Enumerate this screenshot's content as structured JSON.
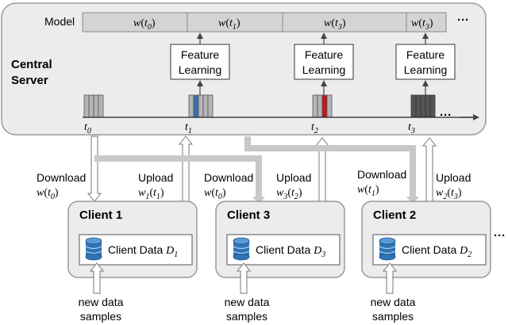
{
  "server": {
    "title_line1": "Central",
    "title_line2": "Server",
    "model_label": "Model",
    "model_segments": [
      {
        "fn": "w",
        "arg": "t",
        "sub": "0"
      },
      {
        "fn": "w",
        "arg": "t",
        "sub": "1"
      },
      {
        "fn": "w",
        "arg": "t",
        "sub": "3"
      },
      {
        "fn": "w",
        "arg": "t",
        "sub": "3"
      }
    ],
    "ellipsis": "···",
    "feature_boxes": [
      {
        "line1": "Feature",
        "line2": "Learning"
      },
      {
        "line1": "Feature",
        "line2": "Learning"
      },
      {
        "line1": "Feature",
        "line2": "Learning"
      }
    ],
    "timeline_ticks": [
      {
        "arg": "t",
        "sub": "0"
      },
      {
        "arg": "t",
        "sub": "1"
      },
      {
        "arg": "t",
        "sub": "2"
      },
      {
        "arg": "t",
        "sub": "3"
      }
    ],
    "timeline_ellipsis": "···",
    "stack_highlight_colors": [
      "#3a6fb5",
      "#c0161e",
      "#555555"
    ]
  },
  "transfers": [
    {
      "download": "Download",
      "download_w": "w",
      "download_arg": "t",
      "download_sub": "0",
      "upload": "Upload",
      "upload_w": "w",
      "upload_wsub": "1",
      "upload_arg": "t",
      "upload_sub": "1"
    },
    {
      "download": "Download",
      "download_w": "w",
      "download_arg": "t",
      "download_sub": "0",
      "upload": "Upload",
      "upload_w": "w",
      "upload_wsub": "3",
      "upload_arg": "t",
      "upload_sub": "2"
    },
    {
      "download": "Download",
      "download_w": "w",
      "download_arg": "t",
      "download_sub": "1",
      "upload": "Upload",
      "upload_w": "w",
      "upload_wsub": "2",
      "upload_arg": "t",
      "upload_sub": "3"
    }
  ],
  "clients": [
    {
      "name": "Client 1",
      "data_label": "Client Data",
      "data_sym": "D",
      "data_sub": "1",
      "new_data_line1": "new data",
      "new_data_line2": "samples"
    },
    {
      "name": "Client 3",
      "data_label": "Client Data",
      "data_sym": "D",
      "data_sub": "3",
      "new_data_line1": "new data",
      "new_data_line2": "samples"
    },
    {
      "name": "Client 2",
      "data_label": "Client Data",
      "data_sym": "D",
      "data_sub": "2",
      "new_data_line1": "new data",
      "new_data_line2": "samples"
    }
  ],
  "clients_ellipsis": "···",
  "colors": {
    "server_bg": "#ececec",
    "server_border": "#9a9a9a",
    "model_bar": "#d4d4d4",
    "stack_gray": "#b4b4b4",
    "db_blue": "#2e75b6",
    "arrow_gray": "#c8c8c8"
  }
}
